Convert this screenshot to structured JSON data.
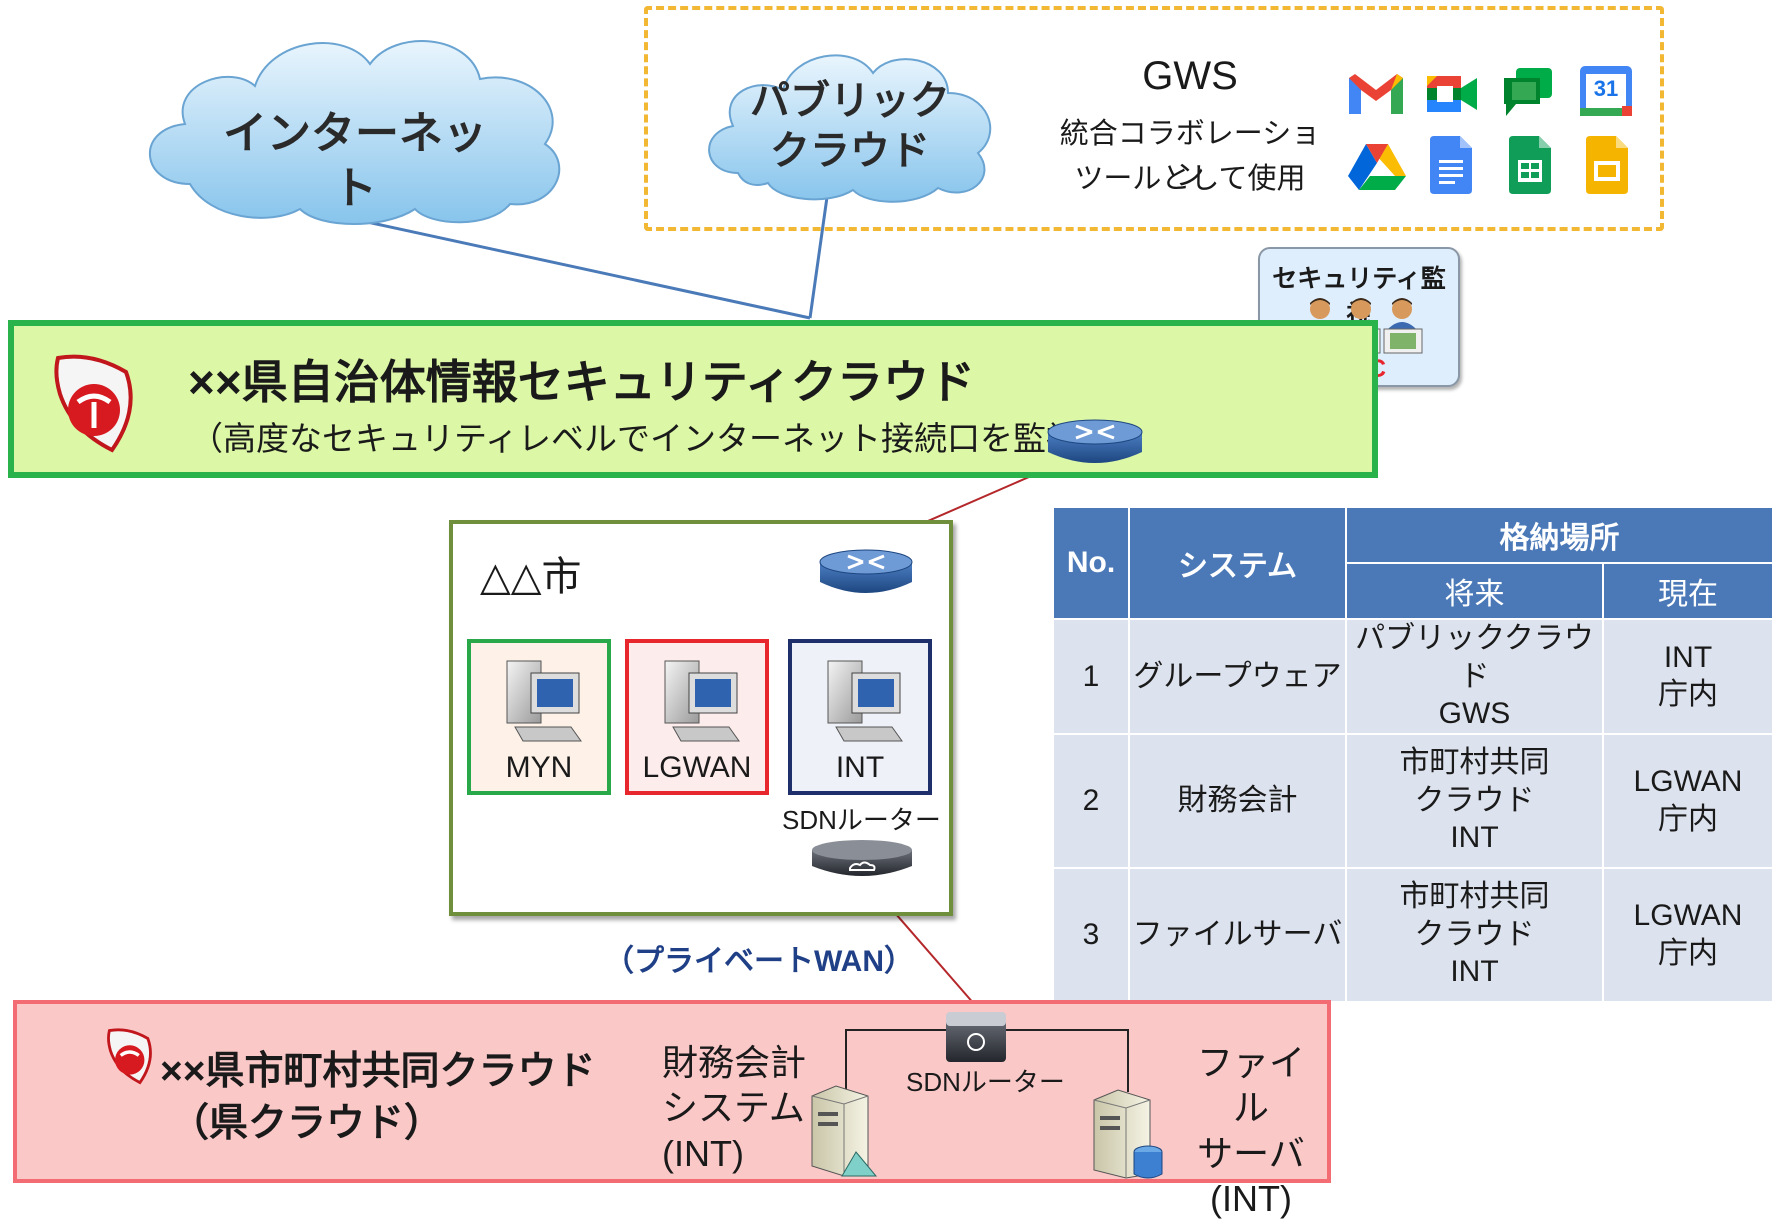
{
  "clouds": {
    "internet": "インターネット",
    "public_line1": "パブリック",
    "public_line2": "クラウド"
  },
  "gws": {
    "title": "GWS",
    "desc_line1": "統合コラボレーション",
    "desc_line2": "ツールとして使用",
    "icons": [
      "gmail-icon",
      "meet-icon",
      "chat-icon",
      "calendar-icon",
      "drive-icon",
      "docs-icon",
      "sheets-icon",
      "slides-icon"
    ],
    "calendar_day": "31"
  },
  "soc": {
    "title": "セキュリティ監視",
    "label": "SOC"
  },
  "prefecture_cloud": {
    "title": "××県自治体情報セキュリティクラウド",
    "subtitle": "（高度なセキュリティレベルでインターネット接続口を監視）"
  },
  "city": {
    "name": "△△市",
    "terminals": [
      {
        "label": "MYN",
        "color": "#29a84a"
      },
      {
        "label": "LGWAN",
        "color": "#e8262d"
      },
      {
        "label": "INT",
        "color": "#1f2f6b"
      }
    ],
    "router_label": "SDNルーター"
  },
  "private_wan": "（プライベートWAN）",
  "municipal_cloud": {
    "title_line1": "××県市町村共同クラウド",
    "title_line2": "（県クラウド）",
    "finance_line1": "財務会計",
    "finance_line2": "システム",
    "finance_line3": "(INT)",
    "router_label": "SDNルーター",
    "file_line1": "ファイル",
    "file_line2": "サーバ",
    "file_line3": "(INT)"
  },
  "table": {
    "headers": {
      "no": "No.",
      "system": "システム",
      "location": "格納場所",
      "future": "将来",
      "current": "現在"
    },
    "rows": [
      {
        "no": "1",
        "system": "グループウェア",
        "future": [
          "パブリッククラウド",
          "GWS"
        ],
        "current": [
          "INT",
          "庁内"
        ]
      },
      {
        "no": "2",
        "system": "財務会計",
        "future": [
          "市町村共同",
          "クラウド",
          "INT"
        ],
        "current": [
          "LGWAN",
          "庁内"
        ]
      },
      {
        "no": "3",
        "system": "ファイルサーバ",
        "future": [
          "市町村共同",
          "クラウド",
          "INT"
        ],
        "current": [
          "LGWAN",
          "庁内"
        ]
      }
    ]
  },
  "colors": {
    "gws_border": "#f2b733",
    "prefecture_fill": "#dcf7a6",
    "prefecture_border": "#29b34a",
    "municipal_fill": "#fbc8c8",
    "municipal_border": "#f36c73",
    "table_header": "#4b79b8",
    "table_cell": "#dde3ee",
    "link_blue": "#4a7ab8",
    "link_red": "#b4272a"
  }
}
